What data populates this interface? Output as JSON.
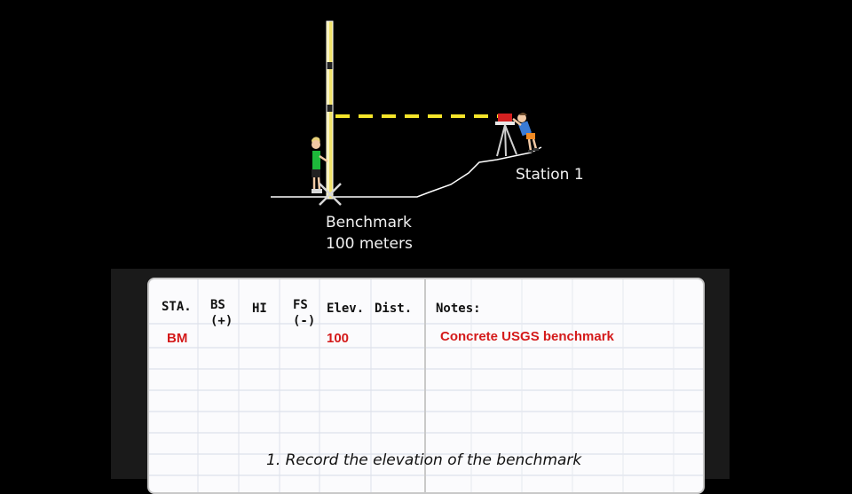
{
  "scene": {
    "station_label": "Station 1",
    "benchmark_label": "Benchmark",
    "benchmark_elevation_label": "100 meters",
    "colors": {
      "background": "#000000",
      "sight_line": "#f5e52a",
      "rod": "#f2e36b",
      "ground": "#ffffff"
    }
  },
  "notebook": {
    "headers": [
      {
        "id": "sta",
        "lines": [
          "STA."
        ]
      },
      {
        "id": "bs",
        "lines": [
          "BS",
          "(+)"
        ]
      },
      {
        "id": "hi",
        "lines": [
          "HI"
        ]
      },
      {
        "id": "fs",
        "lines": [
          "FS",
          "(-)"
        ]
      },
      {
        "id": "elev",
        "lines": [
          "Elev."
        ]
      },
      {
        "id": "dist",
        "lines": [
          "Dist."
        ]
      },
      {
        "id": "notes",
        "lines": [
          "Notes:"
        ]
      }
    ],
    "entries": {
      "sta": "BM",
      "elev": "100",
      "notes": "Concrete USGS benchmark"
    },
    "entry_color": "#d41a1a"
  },
  "caption": "1. Record the elevation of the benchmark"
}
